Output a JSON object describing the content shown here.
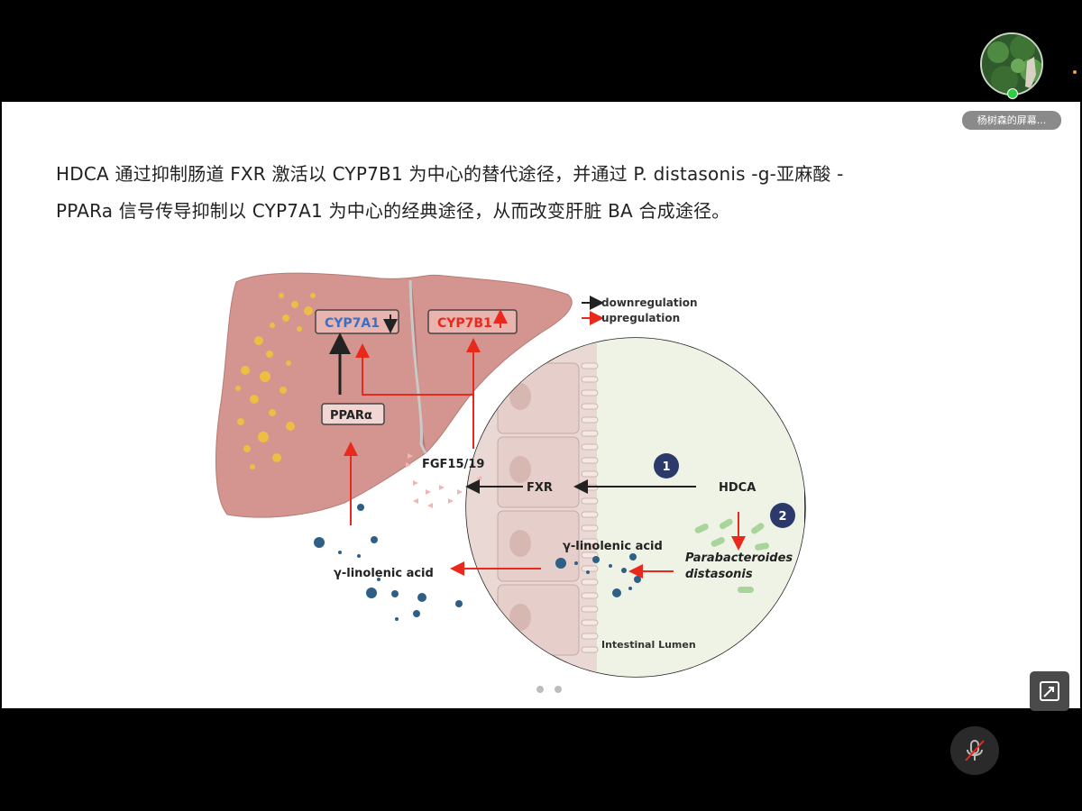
{
  "slide": {
    "caption_line1": "HDCA 通过抑制肠道 FXR 激活以 CYP7B1 为中心的替代途径，并通过 P. distasonis -g-亚麻酸 -",
    "caption_line2": "PPARa 信号传导抑制以 CYP7A1 为中心的经典途径，从而改变肝脏 BA 合成途径。",
    "figure": {
      "legend": {
        "down": "downregulation",
        "up": "upregulation"
      },
      "genes": {
        "cyp7a1": "CYP7A1",
        "cyp7b1": "CYP7B1",
        "ppara": "PPARα"
      },
      "fgf": "FGF15/19",
      "fxr": "FXR",
      "hdca": "HDCA",
      "step1": "1",
      "step2": "2",
      "gla_lumen": "γ-linolenic acid",
      "gla_blood": "γ-linolenic acid",
      "bacteria_line1": "Parabacteroides",
      "bacteria_line2": "distasonis",
      "lumen": "Intestinal Lumen"
    }
  },
  "meeting": {
    "presenter_label": "杨树森的屏幕..."
  },
  "colors": {
    "down_arrow": "#222222",
    "up_arrow": "#e8291c",
    "cyp7a1_text": "#3a6fc4",
    "cyp7b1_text": "#e8291c",
    "liver": "#d99b96",
    "step_badge": "#2b3a6b"
  },
  "icons": {
    "avatar": "avatar-photo",
    "expand": "expand-icon",
    "mic": "mic-muted-icon"
  }
}
